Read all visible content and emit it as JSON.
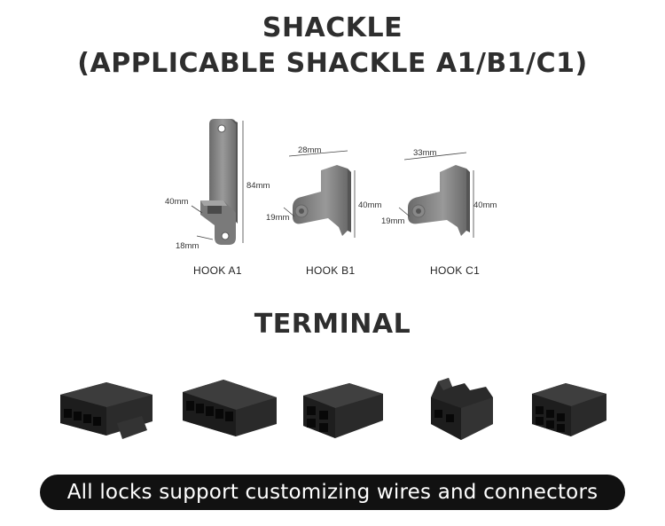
{
  "shackle": {
    "title": "SHACKLE",
    "subtitle": "(APPLICABLE SHACKLE A1/B1/C1)",
    "hooks": [
      {
        "label": "HOOK A1",
        "height": "84mm",
        "depth": "40mm",
        "width": "18mm"
      },
      {
        "label": "HOOK B1",
        "width": "28mm",
        "depth": "19mm",
        "height": "40mm"
      },
      {
        "label": "HOOK C1",
        "width": "33mm",
        "depth": "19mm",
        "height": "40mm"
      }
    ]
  },
  "terminal": {
    "title": "TERMINAL",
    "connectors": [
      "connector-1",
      "connector-2",
      "connector-3",
      "connector-4",
      "connector-5"
    ]
  },
  "banner": {
    "text": "All locks support customizing wires and connectors"
  },
  "colors": {
    "metal_light": "#8a8a8a",
    "metal_dark": "#5c5c5c",
    "plastic": "#2a2a2a",
    "banner_bg": "#111111"
  }
}
